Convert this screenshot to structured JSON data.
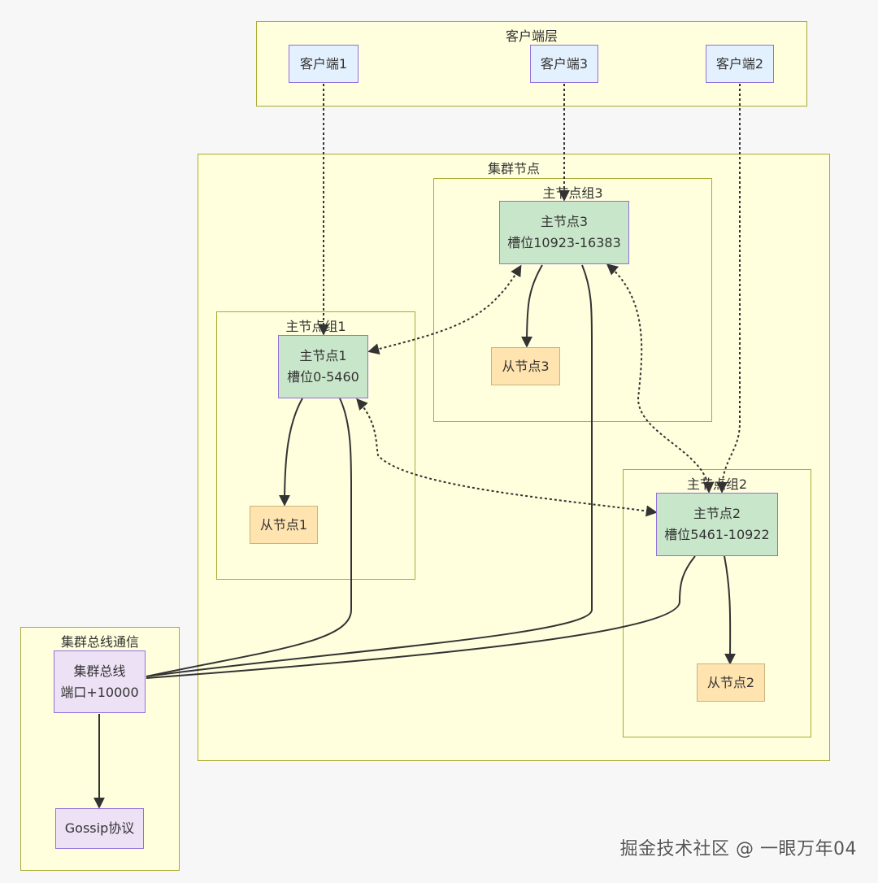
{
  "clusters": {
    "client_layer": "客户端层",
    "cluster_nodes": "集群节点",
    "master_group_3": "主节点组3",
    "master_group_1": "主节点组1",
    "master_group_2": "主节点组2",
    "bus_comm": "集群总线通信"
  },
  "nodes": {
    "client1": "客户端1",
    "client3": "客户端3",
    "client2": "客户端2",
    "master3": {
      "name": "主节点3",
      "slots": "槽位10923-16383"
    },
    "master1": {
      "name": "主节点1",
      "slots": "槽位0-5460"
    },
    "master2": {
      "name": "主节点2",
      "slots": "槽位5461-10922"
    },
    "slave3": "从节点3",
    "slave1": "从节点1",
    "slave2": "从节点2",
    "bus": {
      "line1": "集群总线",
      "line2": "端口+10000"
    },
    "gossip": "Gossip协议"
  },
  "watermark": "掘金技术社区 @ 一眼万年04",
  "colors": {
    "cluster_fill": "#ffffde",
    "cluster_border": "#aaaa33",
    "client_fill": "#e3f0fd",
    "master_fill": "#c8e6c9",
    "slave_fill": "#ffe4b0",
    "bus_fill": "#ede1f5",
    "node_border": "#9370db",
    "edge": "#333333"
  }
}
